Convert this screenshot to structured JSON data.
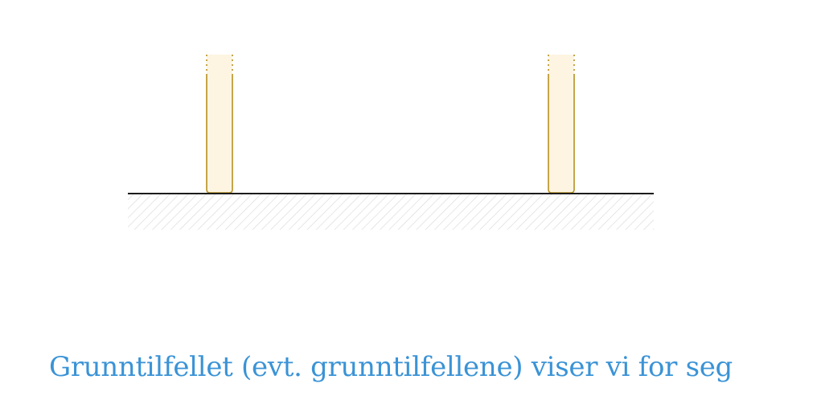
{
  "diagram": {
    "caption": "Grunntilfellet (evt. grunntilfellene) viser vi for seg",
    "colors": {
      "ground_line": "#1c1c1c",
      "hatch": "#d9d9d9",
      "domino_fill": "#fdf5e2",
      "domino_stroke": "#b8901f",
      "caption": "#3a93d6"
    },
    "dominoes": [
      {
        "id": "first"
      },
      {
        "id": "second"
      }
    ]
  }
}
